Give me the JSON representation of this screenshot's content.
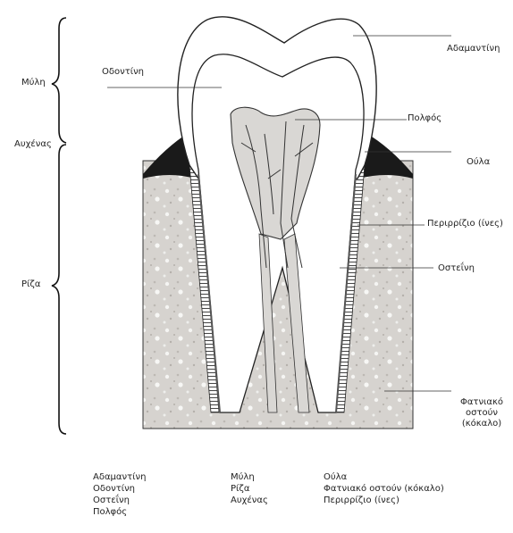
{
  "regions": {
    "crown": "Μύλη",
    "neck": "Αυχένας",
    "root": "Ρίζα"
  },
  "labels": {
    "enamel": "Αδαμαντίνη",
    "dentin": "Οδοντίνη",
    "pulp": "Πολφός",
    "gum": "Ούλα",
    "periodontal": "Περιρρίζιο (ίνες)",
    "cementum": "Οστεΐνη",
    "bone_line1": "Φατνιακό",
    "bone_line2": "οστούν",
    "bone_line3": "(κόκαλο)"
  },
  "word_bank": {
    "col1": [
      "Αδαμαντίνη",
      "Οδοντίνη",
      "Οστεΐνη",
      "Πολφός"
    ],
    "col2": [
      "Μύλη",
      "Ρίζα",
      "Αυχένας"
    ],
    "col3": [
      "Ούλα",
      "Φατνιακό οστούν (κόκαλο)",
      "Περιρρίζιο (ίνες)"
    ]
  }
}
